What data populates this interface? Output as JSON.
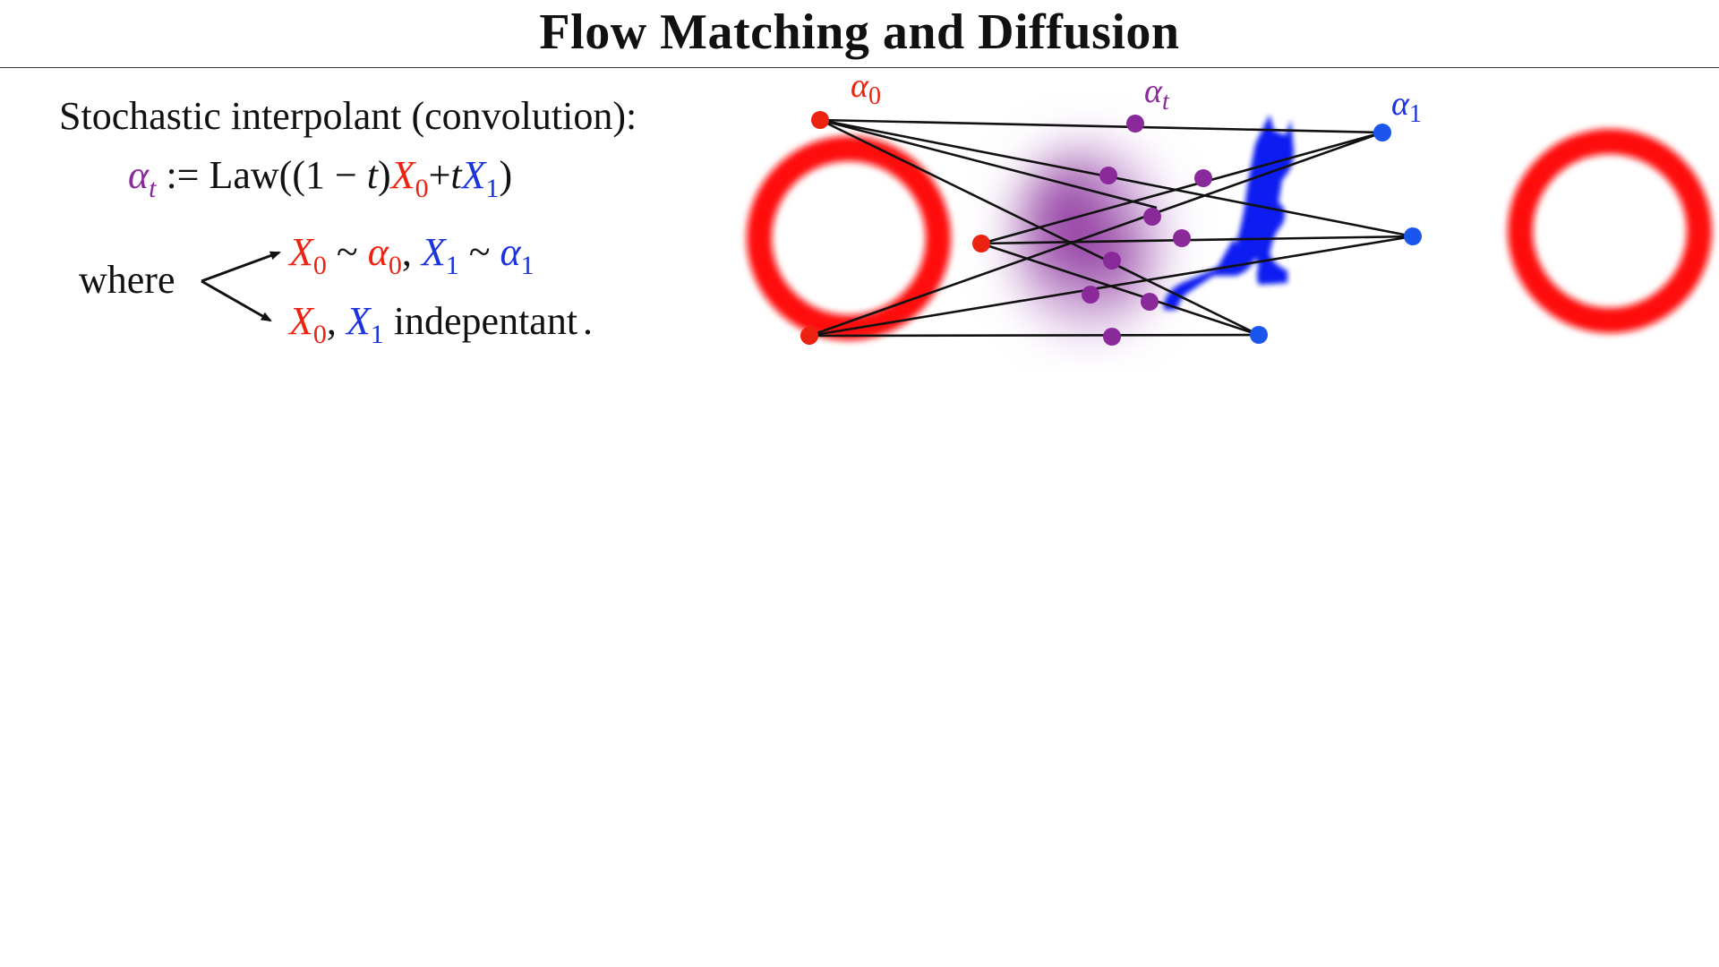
{
  "title": "Flow Matching and Diffusion",
  "statement": "Stochastic interpolant (convolution):",
  "equation": {
    "lhs": "α",
    "lhs_sub": "t",
    "assign": " := Law((1 − ",
    "t": "t",
    "close_paren": ")",
    "x0": "X",
    "x0_sub": "0",
    "plus": "+",
    "t2": "t",
    "x1": "X",
    "x1_sub": "1",
    "end": ")"
  },
  "where_label": "where",
  "condition1": {
    "x0": "X",
    "x0_sub": "0",
    "sim1": " ~ ",
    "a0": "α",
    "a0_sub": "0",
    "comma": ", ",
    "x1": "X",
    "x1_sub": "1",
    "sim2": " ~ ",
    "a1": "α",
    "a1_sub": "1"
  },
  "condition2": {
    "x0": "X",
    "x0_sub": "0",
    "comma": ", ",
    "x1": "X",
    "x1_sub": "1",
    "text": " indepentant",
    "period": "."
  },
  "diagram_labels": {
    "alpha0": {
      "sym": "α",
      "sub": "0"
    },
    "alphat": {
      "sym": "α",
      "sub": "t"
    },
    "alpha1": {
      "sym": "α",
      "sub": "1"
    }
  },
  "colors": {
    "red": "#ee2211",
    "blue": "#1a33dd",
    "purple": "#8a2a9a",
    "black": "#111111"
  }
}
